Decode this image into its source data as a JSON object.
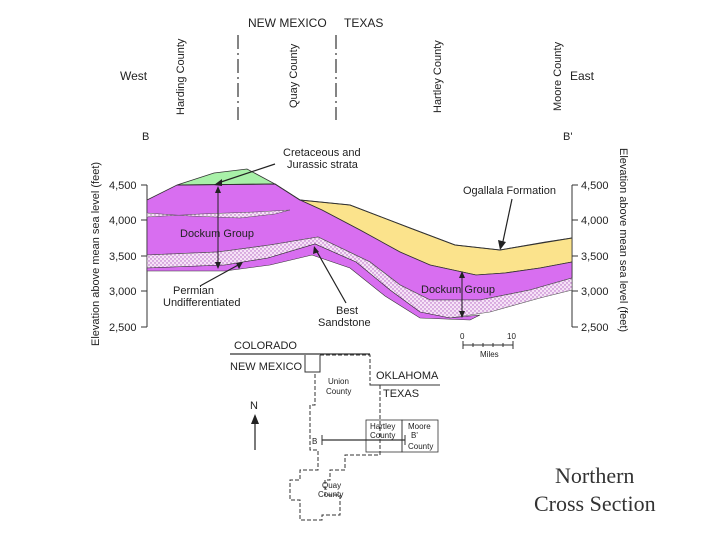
{
  "header": {
    "state_left": "NEW MEXICO",
    "state_right": "TEXAS",
    "west": "West",
    "east": "East",
    "counties": [
      "Harding County",
      "Quay County",
      "Hartley County",
      "Moore County"
    ],
    "section_start": "B",
    "section_end": "B'"
  },
  "axes": {
    "left_label": "Elevation above mean sea level (feet)",
    "right_label": "Elevation above mean sea level (feet)",
    "ticks": [
      "4,500",
      "4,000",
      "3,500",
      "3,000",
      "2,500"
    ]
  },
  "annotations": {
    "cretaceous": [
      "Cretaceous and",
      "Jurassic strata"
    ],
    "ogallala": "Ogallala Formation",
    "dockum_left": "Dockum Group",
    "dockum_right": "Dockum Group",
    "permian": [
      "Permian",
      "Undifferentiated"
    ],
    "best_sandstone": [
      "Best",
      "Sandstone"
    ]
  },
  "scale": {
    "min": "0",
    "max": "10",
    "unit": "Miles"
  },
  "map": {
    "colorado": "COLORADO",
    "new_mexico": "NEW MEXICO",
    "oklahoma": "OKLAHOMA",
    "texas": "TEXAS",
    "north": "N",
    "union": [
      "Union",
      "County"
    ],
    "hartley": [
      "Hartley",
      "County"
    ],
    "moore": [
      "Moore",
      "B'",
      "County"
    ],
    "quay": [
      "Quay",
      "County"
    ],
    "b_label": "B"
  },
  "caption": [
    "Northern",
    "Cross Section"
  ],
  "colors": {
    "cretaceous": "#a8f0a8",
    "ogallala": "#fbe38c",
    "dockum": "#d86ef0",
    "permian": "#f4d6f6"
  }
}
